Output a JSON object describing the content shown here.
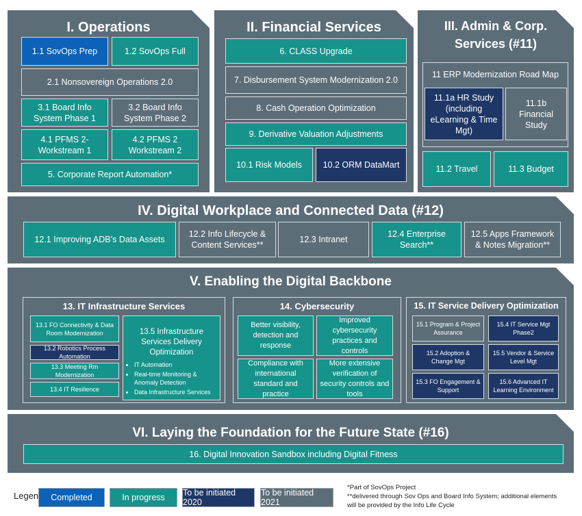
{
  "operations": {
    "title": "I. Operations",
    "items": [
      "1.1 SovOps Prep",
      "1.2 SovOps Full",
      "2.1 Nonsovereign Operations 2.0",
      "3.1 Board Info System Phase 1",
      "3.2 Board Info System Phase 2",
      "4.1 PFMS 2- Workstream 1",
      "4.2 PFMS 2 Workstream 2",
      "5. Corporate Report Automation*"
    ]
  },
  "financial": {
    "title": "II. Financial  Services",
    "items": [
      "6. CLASS Upgrade",
      "7. Disbursement System Modernization 2.0",
      "8. Cash Operation Optimization",
      "9. Derivative Valuation Adjustments",
      "10.1 Risk Models",
      "10.2 ORM DataMart"
    ]
  },
  "admin": {
    "title": "III. Admin & Corp. Services (#11)",
    "items": [
      "11 ERP Modernization Road Map",
      "11.1a HR Study (including eLearning & Time Mgt)",
      "11.1b Financial Study",
      "11.2 Travel",
      "11.3 Budget"
    ]
  },
  "digital": {
    "title": "IV. Digital Workplace and Connected Data (#12)",
    "items": [
      "12.1 Improving ADB’s Data Assets",
      "12.2 Info Lifecycle & Content Services**",
      "12.3 Intranet",
      "12.4 Enterprise Search**",
      "12.5 Apps Framework & Notes Migration**"
    ]
  },
  "backbone": {
    "title": "V. Enabling the Digital Backbone",
    "infra": {
      "title": "13. IT Infrastructure Services",
      "items": [
        "13.1 FO Connectivity & Data Room Modernization",
        "13.2 Robotics Process Automation",
        "13.3 Meeting Rm Modernization",
        "13.4 IT Resilience"
      ],
      "delivery_title": "13.5 Infrastructure Services Delivery Optimization",
      "delivery_bullets": [
        "IT Automation",
        "Real-time Monitoring & Anomaly Detection",
        "Data Infrastructure Services"
      ]
    },
    "cyber": {
      "title": "14. Cybersecurity",
      "items": [
        "Better  visibility, detection and response",
        "Improved cybersecurity practices and controls",
        "Compliance with international standard and practice",
        "More extensive verification of security controls and tools"
      ]
    },
    "itsdo": {
      "title": "15. IT Service Delivery Optimization",
      "items": [
        "15.1 Program & Project Assurance",
        "15.4 IT Service Mgt Phase2",
        "15.2 Adoption & Change Mgt",
        "15.5 Vendor & Service Level Mgt",
        "15.3 FO Engagement & Support",
        "15.6 Advanced IT Learning Environment"
      ]
    }
  },
  "foundation": {
    "title": "VI. Laying the Foundation for the Future State (#16)",
    "item": "16. Digital Innovation Sandbox including Digital Fitness"
  },
  "legend": {
    "label": "Legend:",
    "items": [
      "Completed",
      "In progress",
      "To be initiated 2020",
      "To be initiated 2021"
    ]
  },
  "notes": [
    "*Part of SovOps Project",
    "**delivered through Sov Ops and Board Info System; additional elements will be provided by the Info Life Cycle"
  ],
  "colors": {
    "completed": "#0b62b8",
    "in_progress": "#16938b",
    "initiated_2020": "#1e3766",
    "initiated_2021": "#5c6d78"
  }
}
